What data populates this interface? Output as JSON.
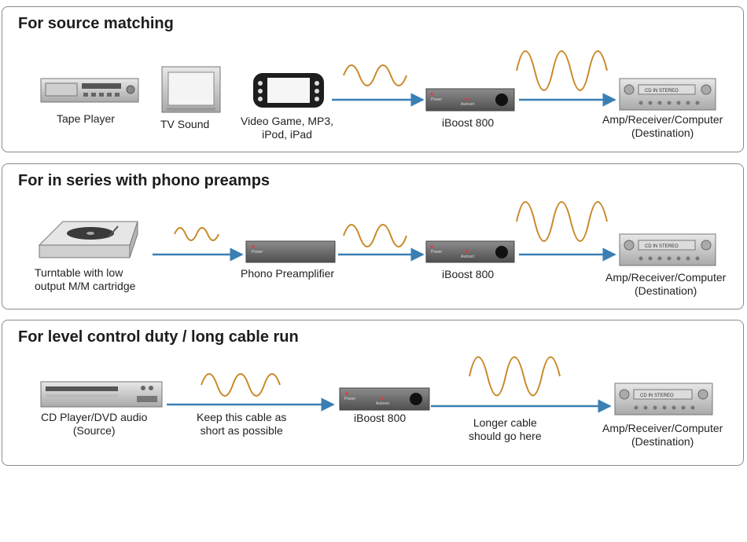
{
  "panels": [
    {
      "title": "For source matching",
      "labels": {
        "tape": "Tape Player",
        "tv": "TV Sound",
        "game_l1": "Video Game, MP3,",
        "game_l2": "iPod, iPad",
        "iboost": "iBoost 800",
        "dest_l1": "Amp/Receiver/Computer",
        "dest_l2": "(Destination)"
      }
    },
    {
      "title": "For in series with phono preamps",
      "labels": {
        "turntable_l1": "Turntable with low",
        "turntable_l2": "output M/M cartridge",
        "preamp": "Phono Preamplifier",
        "iboost": "iBoost 800",
        "dest_l1": "Amp/Receiver/Computer",
        "dest_l2": "(Destination)"
      }
    },
    {
      "title": "For level control duty / long cable run",
      "labels": {
        "cd_l1": "CD Player/DVD audio",
        "cd_l2": "(Source)",
        "short_l1": "Keep this cable as",
        "short_l2": "short as possible",
        "iboost": "iBoost 800",
        "long_l1": "Longer cable",
        "long_l2": "should go here",
        "dest_l1": "Amp/Receiver/Computer",
        "dest_l2": "(Destination)"
      }
    }
  ],
  "device_text": {
    "power": "Power",
    "autoset": "Autoset",
    "receiver_display": "CD IN STEREO"
  },
  "colors": {
    "arrow": "#3a7fb4",
    "wave": "#c98a2a",
    "panel_border": "#8a8a8a"
  }
}
